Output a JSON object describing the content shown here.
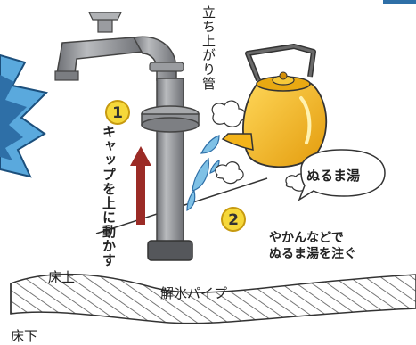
{
  "labels": {
    "standpipe": "立ち上がり管",
    "step1_number": "1",
    "step1_text": "キャップを上に動かす",
    "lukewarm_water": "ぬるま湯",
    "step2_number": "2",
    "step2_line1": "やかんなどで",
    "step2_line2": "ぬるま湯を注ぐ",
    "thaw_pipe": "解氷パイプ",
    "above_floor": "床上",
    "below_floor": "床下"
  },
  "colors": {
    "pipe": "#8c8e92",
    "kettle": "#f3b31a",
    "water": "#7fc1e6",
    "arrow": "#9b2b26",
    "step_circle": "#f6d83a",
    "burst": "#5aa9dd",
    "floor_hatch": "#555555"
  }
}
